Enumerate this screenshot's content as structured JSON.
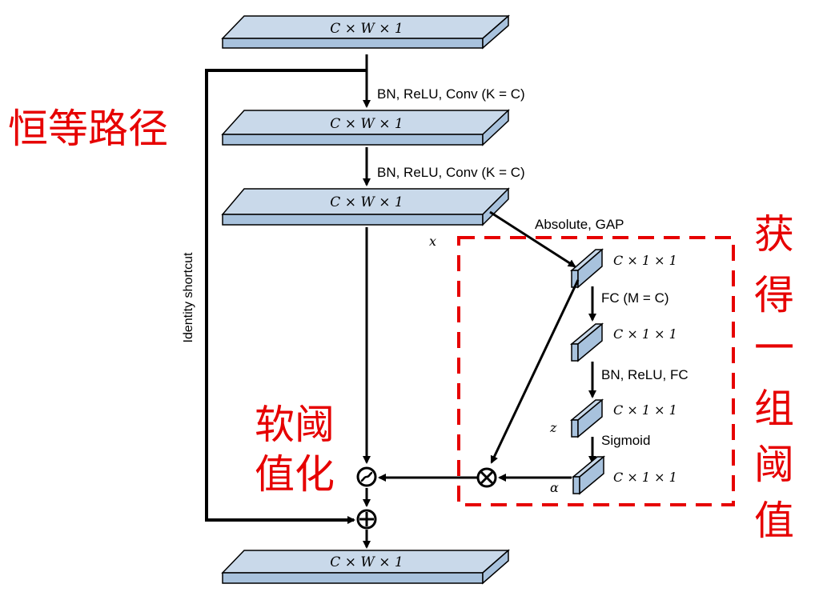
{
  "colors": {
    "block_face": "#c9d9ea",
    "block_front": "#a8c2dd",
    "block_stroke": "#000000",
    "arrow": "#000000",
    "annotation_red": "#e60000"
  },
  "blocks": {
    "top": "C × W × 1",
    "conv1_out": "C × W × 1",
    "conv2_out": "C × W × 1",
    "output": "C × W × 1"
  },
  "small_blocks": {
    "gap_out": "C × 1 × 1",
    "fc1_out": "C × 1 × 1",
    "fc2_out": "C × 1 × 1",
    "sigmoid_out": "C × 1 × 1"
  },
  "ops": {
    "conv1": "BN, ReLU, Conv (K = C)",
    "conv2": "BN, ReLU, Conv (K = C)",
    "abs_gap": "Absolute, GAP",
    "fc1": "FC (M = C)",
    "fc2": "BN, ReLU, FC",
    "sigmoid": "Sigmoid",
    "shortcut": "Identity shortcut"
  },
  "vars": {
    "x": "x",
    "z": "z",
    "alpha": "α"
  },
  "annotations": {
    "identity_path": "恒等路径",
    "soft_threshold_line1": "软阈",
    "soft_threshold_line2": "值化",
    "get_thresholds_chars": [
      "获",
      "得",
      "一",
      "组",
      "阈",
      "值"
    ]
  }
}
